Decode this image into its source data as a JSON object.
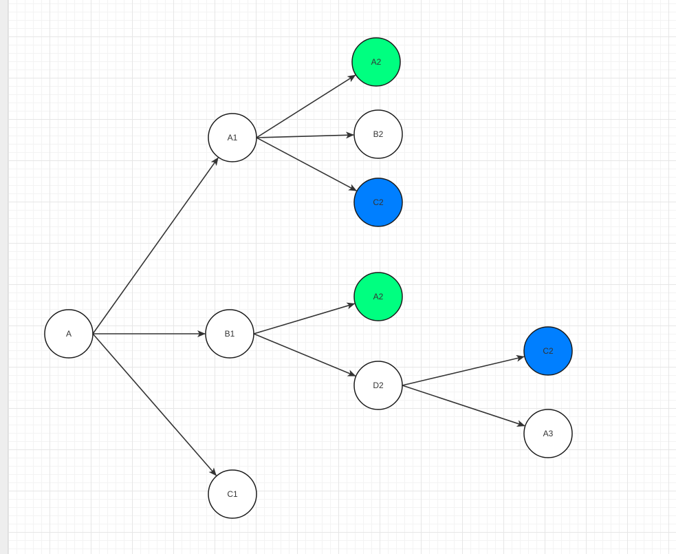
{
  "colors": {
    "default_fill": "#ffffff",
    "green_fill": "#00ff80",
    "blue_fill": "#007fff",
    "stroke": "#1a1a1a",
    "edge": "#333333"
  },
  "nodes": [
    {
      "id": "a",
      "label": "A",
      "fill": "default"
    },
    {
      "id": "a1",
      "label": "A1",
      "fill": "default"
    },
    {
      "id": "b1",
      "label": "B1",
      "fill": "default"
    },
    {
      "id": "c1",
      "label": "C1",
      "fill": "default"
    },
    {
      "id": "a2-top",
      "label": "A2",
      "fill": "green"
    },
    {
      "id": "b2",
      "label": "B2",
      "fill": "default"
    },
    {
      "id": "c2-top",
      "label": "C2",
      "fill": "blue"
    },
    {
      "id": "a2-mid",
      "label": "A2",
      "fill": "green"
    },
    {
      "id": "d2",
      "label": "D2",
      "fill": "default"
    },
    {
      "id": "c2-right",
      "label": "C2",
      "fill": "blue"
    },
    {
      "id": "a3",
      "label": "A3",
      "fill": "default"
    }
  ],
  "edges": [
    {
      "from": "a",
      "to": "a1"
    },
    {
      "from": "a",
      "to": "b1"
    },
    {
      "from": "a",
      "to": "c1"
    },
    {
      "from": "a1",
      "to": "a2-top"
    },
    {
      "from": "a1",
      "to": "b2"
    },
    {
      "from": "a1",
      "to": "c2-top"
    },
    {
      "from": "b1",
      "to": "a2-mid"
    },
    {
      "from": "b1",
      "to": "d2"
    },
    {
      "from": "d2",
      "to": "c2-right"
    },
    {
      "from": "d2",
      "to": "a3"
    }
  ]
}
